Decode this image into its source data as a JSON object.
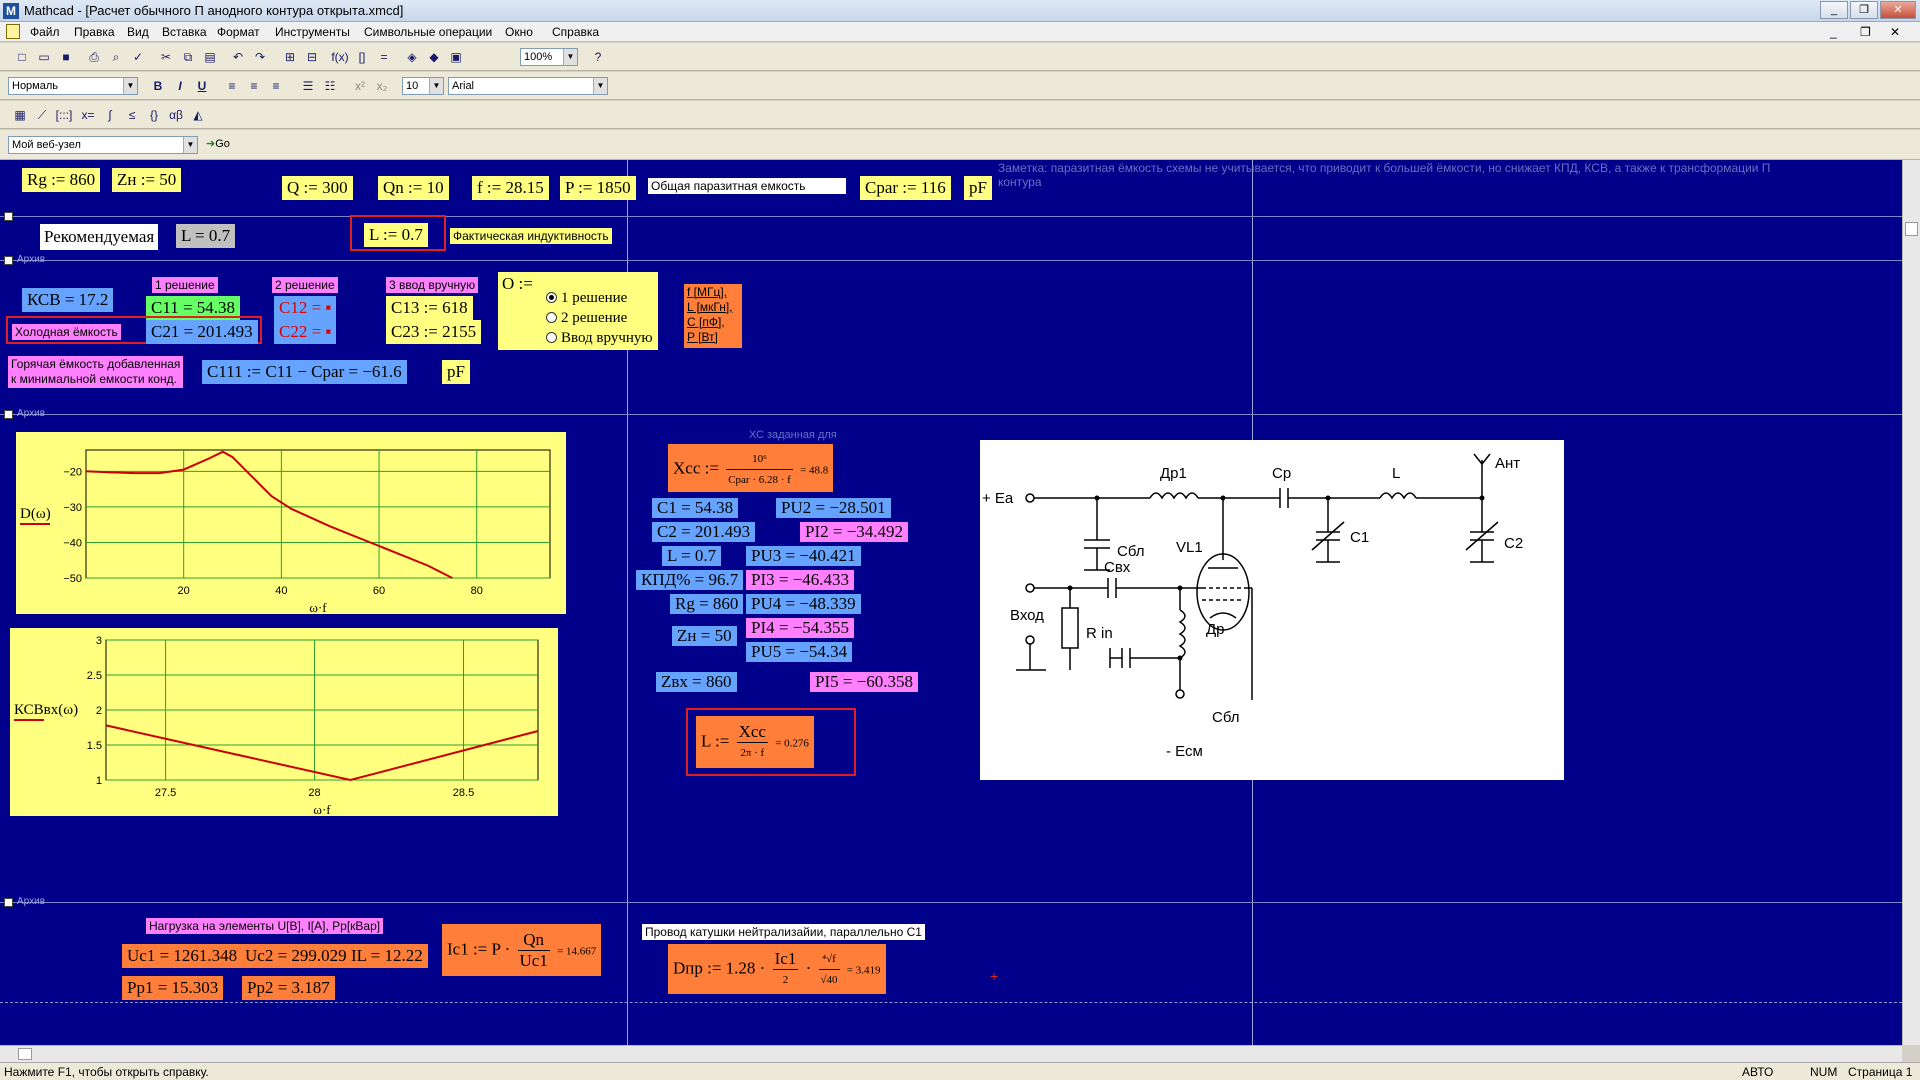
{
  "window": {
    "title": "Mathcad - [Расчет обычного П анодного контура открыта.xmcd]",
    "app_icon": "M",
    "controls": [
      "_",
      "❐",
      "✕"
    ],
    "doc_controls": [
      "_",
      "❐",
      "✕"
    ]
  },
  "menu": [
    "Файл",
    "Правка",
    "Вид",
    "Вставка",
    "Формат",
    "Инструменты",
    "Символьные операции",
    "Окно",
    "Справка"
  ],
  "toolbar": {
    "zoom": "100%",
    "help": "?"
  },
  "format_bar": {
    "style": "Нормаль",
    "size": "10",
    "font": "Arial",
    "bold": "B",
    "italic": "I",
    "underline": "U"
  },
  "web_bar": {
    "site": "Мой веб-узел",
    "go": "Go"
  },
  "ws": {
    "rg": "Rg := 860",
    "zn": "Zн := 50",
    "q": "Q := 300",
    "qn": "Qn := 10",
    "f": "f := 28.15",
    "p": "P := 1850",
    "cpar_label": "Общая паразитная емкость",
    "cpar": "Cpar := 116",
    "pf1": "pF",
    "note": "Заметка: паразитная ёмкость схемы не учитывается, что приводит к большей ёмкости, но снижает КПД, КСВ, а также к трансформации П контура",
    "recommended": "Рекомендуемая",
    "l_rec": "L = 0.7",
    "l_fact": "L := 0.7",
    "l_fact_label": "Фактическая индуктивность",
    "sol1": "1 решение",
    "sol2": "2 решение",
    "sol3": "3 ввод вручную",
    "ksv": "КСВ = 17.2",
    "c11": "C11 = 54.38",
    "c12": "C12 = ▪",
    "c13": "C13 := 618",
    "cold": "Холодная ёмкость",
    "c21": "C21 = 201.493",
    "c22": "C22 = ▪",
    "c23": "C23 := 2155",
    "o_label": "O :=",
    "o_opts": [
      "1 решение",
      "2 решение",
      "Ввод вручную"
    ],
    "units": [
      "f [МГц],",
      "L [мкГн],",
      "C [пФ],",
      "P [Вт]"
    ],
    "hot_1": "Горячая ёмкость добавленная",
    "hot_2": "к минимальной емкости конд.",
    "c111": "C111 := C11 − Cpar = −61.6",
    "pf2": "pF",
    "xcc_title": "ХС заданная для",
    "xcc_lhs": "Xcc :=",
    "xcc_num": "10⁶",
    "xcc_den": "Cpar · 6.28 · f",
    "xcc_res": "= 48.8",
    "r_c1": "C1 = 54.38",
    "r_c2": "C2 = 201.493",
    "r_l": "L = 0.7",
    "r_kpd": "КПД% = 96.7",
    "r_rg": "Rg = 860",
    "r_zn": "Zн = 50",
    "r_zvx": "Zвх = 860",
    "pu2": "PU2 = −28.501",
    "pi2": "PI2 = −34.492",
    "pu3": "PU3 = −40.421",
    "pi3": "PI3 = −46.433",
    "pu4": "PU4 = −48.339",
    "pi4": "PI4 = −54.355",
    "pu5": "PU5 = −54.34",
    "pi5": "PI5 = −60.358",
    "l_calc_lhs": "L :=",
    "l_calc_num": "Xcc",
    "l_calc_den": "2π · f",
    "l_calc_res": "= 0.276",
    "load_title": "Нагрузка на элементы U[В], I[А], Pp[кВар]",
    "uc1": "Uc1 = 1261.348",
    "uc2": "Uc2 = 299.029",
    "il": "IL = 12.22",
    "pp1": "Pp1 = 15.303",
    "pp2": "Pp2 = 3.187",
    "ic1_lhs": "Ic1 := P ·",
    "ic1_num": "Qn",
    "ic1_den": "Uc1",
    "ic1_res": "= 14.667",
    "wire_title": "Провод катушки нейтрализайии, параллельно С1",
    "dpr_lhs": "Dпр := 1.28 ·",
    "dpr_num": "Ic1",
    "dpr_den": "2",
    "dpr_num2": "⁴√f",
    "dpr_den2": "√40",
    "dpr_res": "= 3.419",
    "region_tags": [
      "Архив",
      "Архив",
      "Архив"
    ]
  },
  "schematic": {
    "labels": [
      "+ Еа",
      "Др1",
      "Ср",
      "L",
      "Ант",
      "Сбл",
      "С1",
      "С2",
      "VL1",
      "Свх",
      "Вход",
      "R in",
      "Др",
      "Сбл",
      "- Есм"
    ]
  },
  "chart_data": [
    {
      "type": "line",
      "ylabel": "D(ω)",
      "xlabel": "ω·f",
      "xlim": [
        0,
        95
      ],
      "ylim": [
        -50,
        -14
      ],
      "xticks": [
        "20",
        "40",
        "60",
        "80"
      ],
      "yticks": [
        "−20",
        "−30",
        "−40",
        "−50"
      ],
      "x": [
        0,
        5,
        10,
        15,
        20,
        25,
        28,
        30,
        34,
        38,
        42,
        50,
        60,
        70,
        75
      ],
      "y": [
        -20,
        -20.3,
        -20.5,
        -20.5,
        -19.5,
        -16.5,
        -14.5,
        -16,
        -21.5,
        -27,
        -30.5,
        -35.5,
        -41,
        -46.5,
        -50
      ],
      "grid": true
    },
    {
      "type": "line",
      "ylabel": "КСВвх(ω)",
      "xlabel": "ω·f",
      "xlim": [
        27.3,
        28.75
      ],
      "ylim": [
        1,
        3
      ],
      "xticks": [
        "27.5",
        "28",
        "28.5"
      ],
      "yticks": [
        "1",
        "1.5",
        "2",
        "2.5",
        "3"
      ],
      "x": [
        27.3,
        28.12,
        28.75
      ],
      "y": [
        1.78,
        1.0,
        1.7
      ],
      "grid": true
    }
  ],
  "status": {
    "left": "Нажмите F1, чтобы открыть справку.",
    "auto": "АВТО",
    "num": "NUM",
    "page": "Страница 1"
  }
}
